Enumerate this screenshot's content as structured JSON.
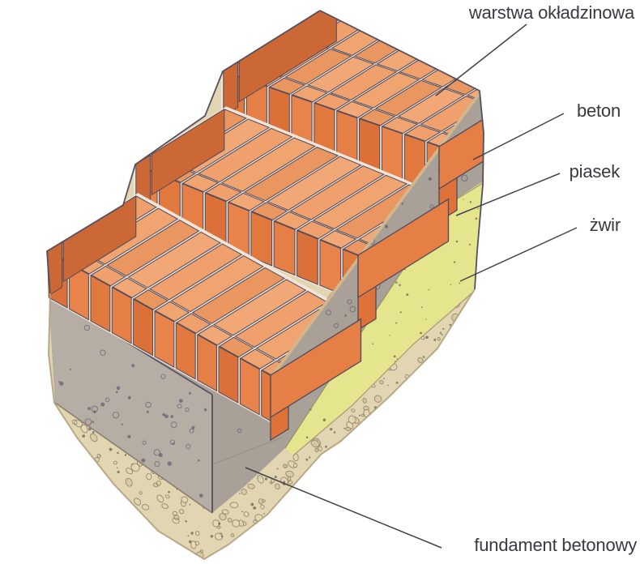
{
  "figure": {
    "labels": {
      "warstwa": {
        "text": "warstwa okładzinowa"
      },
      "beton": {
        "text": "beton"
      },
      "piasek": {
        "text": "piasek"
      },
      "zwir": {
        "text": "żwir"
      },
      "fundament": {
        "text": "fundament betonowy"
      }
    },
    "colors": {
      "brick_top": "#efa06c",
      "brick_front": "#e27a40",
      "brick_side": "#cc6836",
      "brick_section": "#e67f45",
      "mortar": "#f2e4d8",
      "concrete_front": "#b6ada5",
      "concrete_section": "#a9a098",
      "sand": "#e5e58e",
      "gravel": "#e2d5b1",
      "outline_ink": "#4e4a5a",
      "label_text": "#3a393f",
      "leader_line": "#43424a"
    }
  }
}
